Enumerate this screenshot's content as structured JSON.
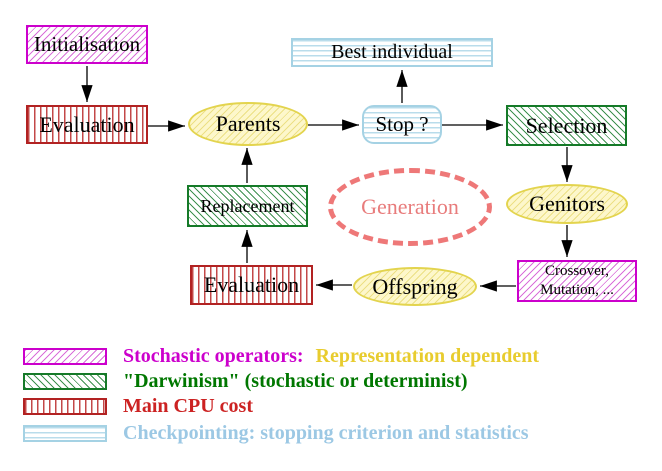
{
  "diagram": {
    "nodes": {
      "initialisation": {
        "label": "Initialisation"
      },
      "evaluation_top": {
        "label": "Evaluation"
      },
      "parents": {
        "label": "Parents"
      },
      "best_individual": {
        "label": "Best individual"
      },
      "stop": {
        "label": "Stop ?"
      },
      "selection": {
        "label": "Selection"
      },
      "genitors": {
        "label": "Genitors"
      },
      "crossover_mutation": {
        "label_line1": "Crossover,",
        "label_line2": "Mutation, ..."
      },
      "offspring": {
        "label": "Offspring"
      },
      "evaluation_bottom": {
        "label": "Evaluation"
      },
      "replacement": {
        "label": "Replacement"
      },
      "generation": {
        "label": "Generation"
      }
    },
    "legend": {
      "items": [
        {
          "pattern": "magenta-diagonal-hatch",
          "text": "Stochastic operators:",
          "text2": "Representation dependent",
          "text_color": "#cc00cc",
          "text2_color": "#e8cc2e"
        },
        {
          "pattern": "green-diagonal-hatch",
          "text": "\"Darwinism\" (stochastic or determinist)",
          "text_color": "#007700"
        },
        {
          "pattern": "red-vertical-stripes",
          "text": "Main CPU cost",
          "text_color": "#cc2222"
        },
        {
          "pattern": "cyan-horizontal-stripes",
          "text": "Checkpointing: stopping criterion and statistics",
          "text_color": "#9cc8e4"
        }
      ]
    },
    "colors": {
      "magenta_border": "#cc00cc",
      "magenta_hatch": "#d96fd9",
      "red_border": "#b22222",
      "red_stripe": "#c34848",
      "green_border": "#157a28",
      "green_hatch": "#3f9150",
      "cyan_border": "#a5d2e4",
      "cyan_stripe": "#b9dceb",
      "yellow_border": "#e3d44e",
      "yellow_fill": "#fdf7cb",
      "salmon_dashed": "#ee7878",
      "arrow_black": "#000000"
    }
  }
}
